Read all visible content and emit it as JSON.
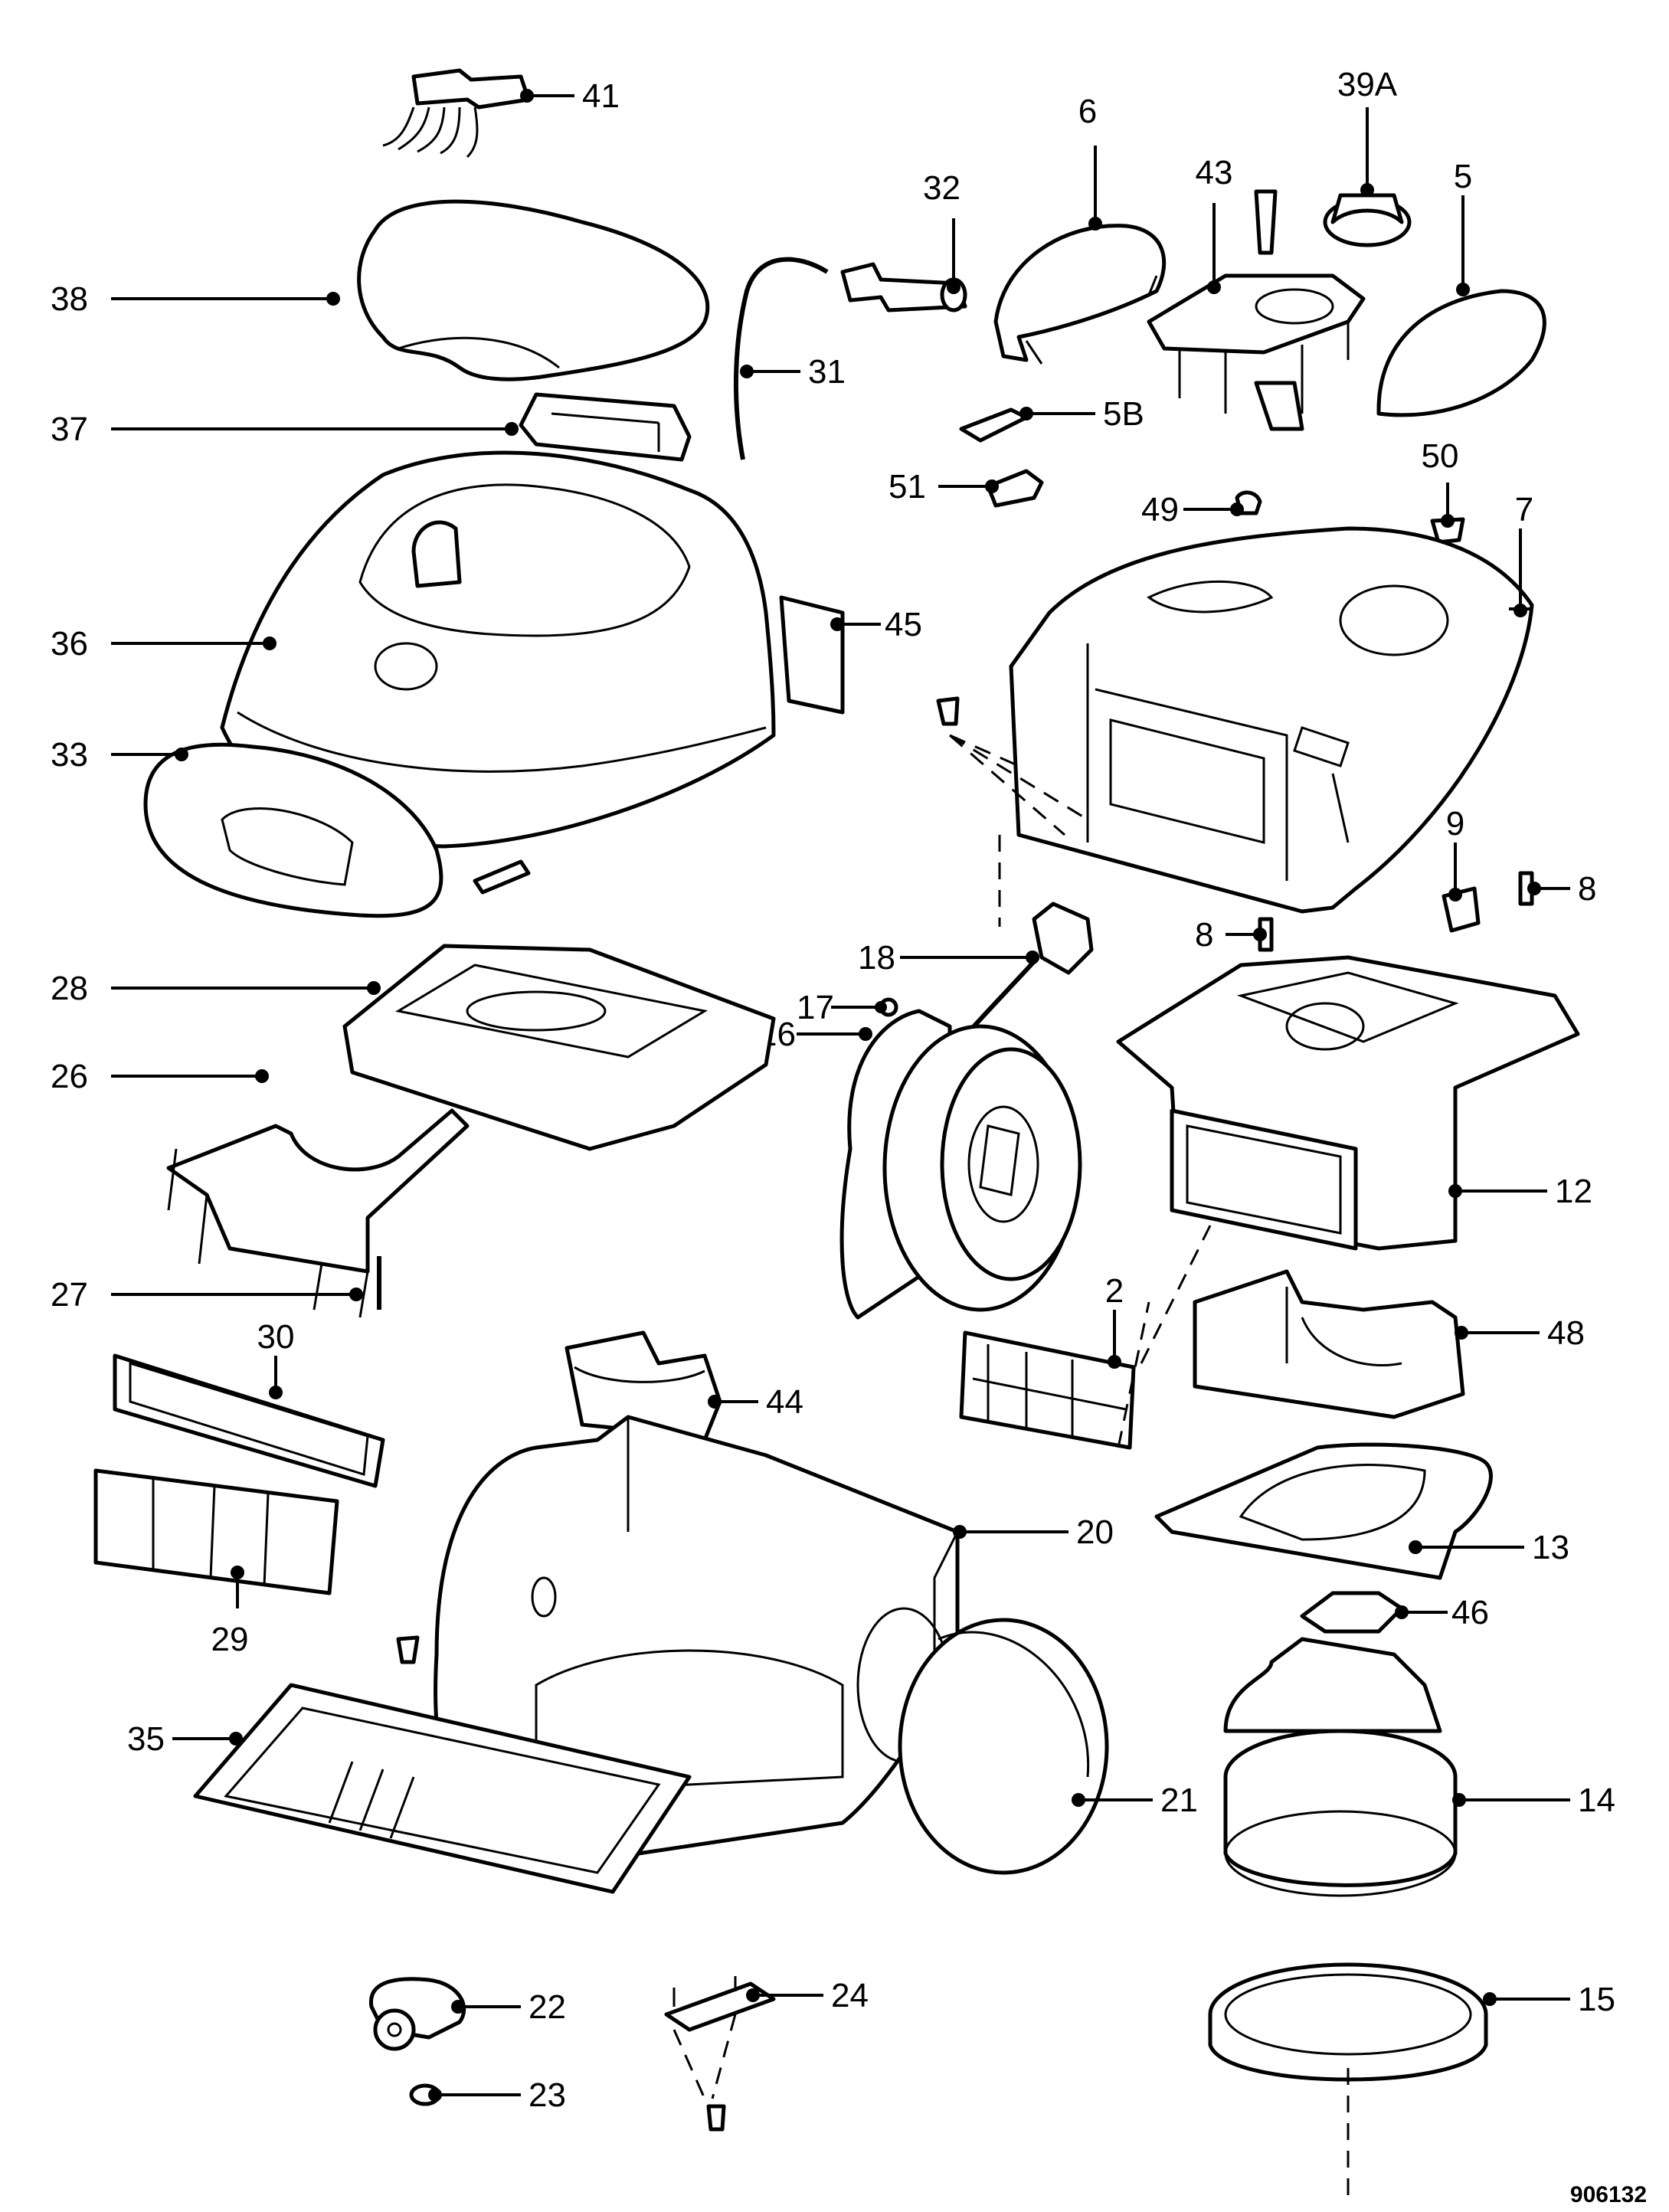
{
  "drawing_ref": "906132",
  "labels": {
    "p2": "2",
    "p5": "5",
    "p5B": "5B",
    "p6": "6",
    "p7": "7",
    "p8a": "8",
    "p8b": "8",
    "p9": "9",
    "p12": "12",
    "p13": "13",
    "p14": "14",
    "p15": "15",
    "p16": "16",
    "p17": "17",
    "p18": "18",
    "p20": "20",
    "p21": "21",
    "p22": "22",
    "p23": "23",
    "p24": "24",
    "p26": "26",
    "p27": "27",
    "p28": "28",
    "p29": "29",
    "p30": "30",
    "p31": "31",
    "p32": "32",
    "p33": "33",
    "p35": "35",
    "p36": "36",
    "p37": "37",
    "p38": "38",
    "p39A": "39A",
    "p41": "41",
    "p43": "43",
    "p44": "44",
    "p45": "45",
    "p46": "46",
    "p48": "48",
    "p49": "49",
    "p50": "50",
    "p51": "51"
  }
}
